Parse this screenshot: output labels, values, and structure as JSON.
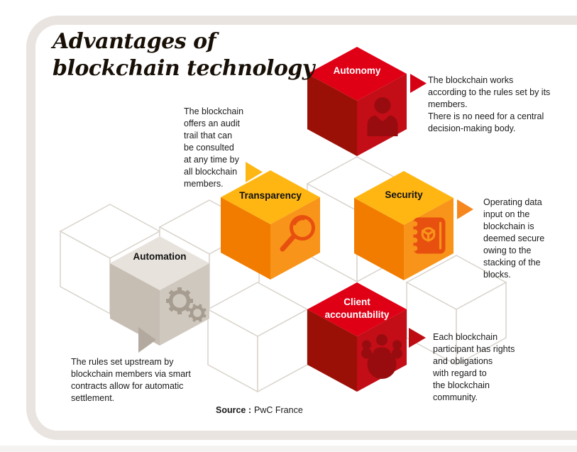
{
  "title": {
    "line1": "Advantages of",
    "line2": "blockchain technology"
  },
  "source": {
    "label": "Source :",
    "value": "PwC France"
  },
  "colors": {
    "frame": "#E9E4DF",
    "wireframe": "#D9D3CC",
    "body_text": "#1A1A1A",
    "title_text": "#181007"
  },
  "cubes": {
    "autonomy": {
      "label": "Autonomy",
      "description": "The blockchain works\naccording to the rules set by its\nmembers.\nThere is no need for a central\ndecision-making body.",
      "icon": "person-icon",
      "top": "#E00016",
      "left": "#9B1006",
      "right": "#C30D17",
      "icon_color": "#980C0F",
      "pointer": "#D60014"
    },
    "transparency": {
      "label": "Transparency",
      "description": "The blockchain\noffers an audit\ntrail that can\nbe consulted\nat any time by\nall blockchain\nmembers.",
      "icon": "magnifier-icon",
      "top": "#FFB612",
      "left": "#F17C00",
      "right": "#F8941A",
      "icon_color": "#E8500F",
      "pointer": "#FDB714"
    },
    "security": {
      "label": "Security",
      "description": "Operating data\ninput on the\nblockchain is\ndeemed secure\nowing to the\nstacking of the\nblocks.",
      "icon": "safe-icon",
      "top": "#FFB612",
      "left": "#F17C00",
      "right": "#F8941A",
      "icon_color": "#E8500F",
      "pointer": "#F6871F"
    },
    "automation": {
      "label": "Automation",
      "description": "The rules set upstream by\nblockchain members via smart\ncontracts allow for automatic\nsettlement.",
      "icon": "gears-icon",
      "top": "#E7E2DC",
      "left": "#C6BDB3",
      "right": "#CFC8BE",
      "icon_color": "#A69C90",
      "pointer": "#B3A99F"
    },
    "client": {
      "label": "Client\naccountability",
      "description": "Each blockchain\nparticipant has rights\nand obligations\nwith regard to\nthe blockchain\ncommunity.",
      "icon": "community-icon",
      "top": "#E00016",
      "left": "#9B1006",
      "right": "#C30D17",
      "icon_color": "#980C0F",
      "pointer": "#BE0C13"
    }
  }
}
